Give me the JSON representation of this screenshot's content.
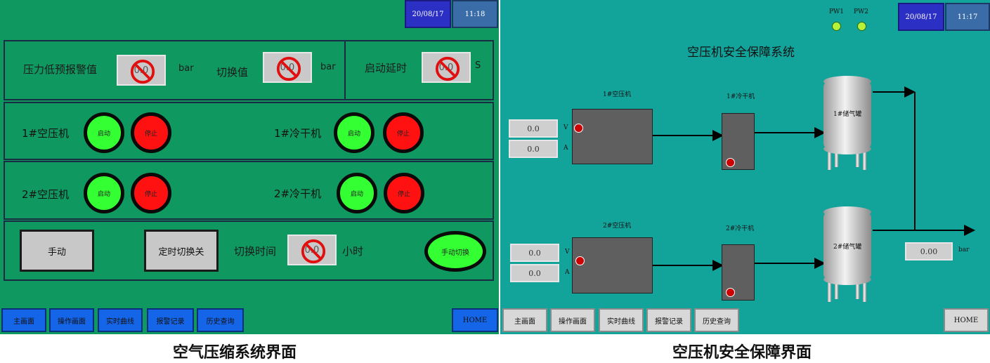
{
  "left": {
    "date": "20/08/17",
    "time": "11:18",
    "settings": {
      "low_pressure_label": "压力低预报警值",
      "low_pressure_value": "0.0",
      "low_pressure_unit": "bar",
      "switch_label": "切换值",
      "switch_value": "0.0",
      "switch_unit": "bar",
      "delay_label": "启动延时",
      "delay_value": "0.0",
      "delay_unit": "S"
    },
    "row1": {
      "comp": "1#空压机",
      "dryer": "1#冷干机"
    },
    "row2": {
      "comp": "2#空压机",
      "dryer": "2#冷干机"
    },
    "start_label": "启动",
    "stop_label": "停止",
    "bottom": {
      "manual": "手动",
      "timer_switch": "定时切换关",
      "switch_time_label": "切换时间",
      "switch_time_value": "0.0",
      "switch_time_unit": "小时",
      "manual_switch": "手动切换"
    },
    "nav": [
      "主画面",
      "操作画面",
      "实时曲线",
      "报警记录",
      "历史查询"
    ],
    "home": "HOME",
    "caption": "空气压缩系统界面"
  },
  "right": {
    "date": "20/08/17",
    "time": "11:17",
    "pw1": "PW1",
    "pw2": "PW2",
    "title": "空压机安全保障系统",
    "comp1": "1#空压机",
    "dryer1": "1#冷干机",
    "tank1": "1#储气罐",
    "comp2": "2#空压机",
    "dryer2": "2#冷干机",
    "tank2": "2#储气罐",
    "v1": "0.0",
    "a1": "0.0",
    "v2": "0.0",
    "a2": "0.0",
    "unit_v": "V",
    "unit_a": "A",
    "pressure": "0.00",
    "pressure_unit": "bar",
    "nav": [
      "主画面",
      "操作画面",
      "实时曲线",
      "报警记录",
      "历史查询"
    ],
    "home": "HOME",
    "caption": "空压机安全保障界面"
  },
  "colors": {
    "left_bg": "#0f9960",
    "right_bg": "#12a39b",
    "start": "#33ff33",
    "stop": "#ff1111"
  },
  "icons": [
    "no-entry-icon",
    "led-icon",
    "storage-tank-icon",
    "arrow-icon"
  ]
}
